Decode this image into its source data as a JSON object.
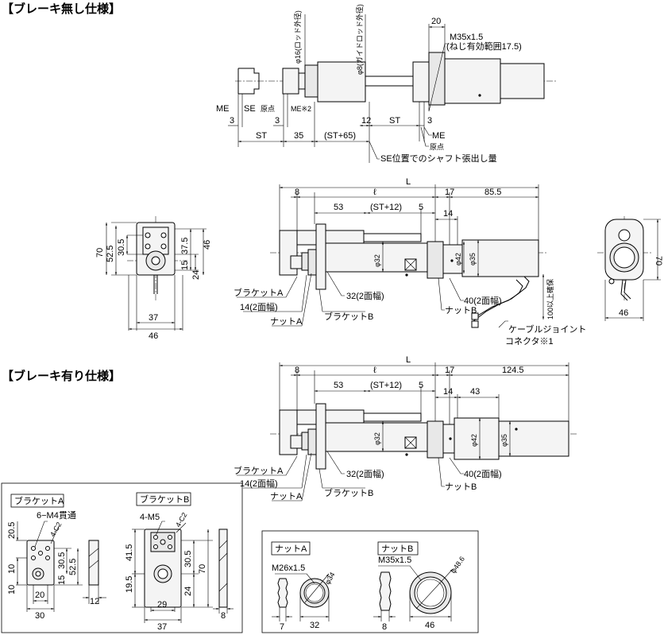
{
  "headings": {
    "no_brake": "【ブレーキ無し仕様】",
    "with_brake": "【ブレーキ有り仕様】"
  },
  "top_view": {
    "rod_dia": "φ16(ロッド外径)",
    "guide_rod_dia": "φ8(ガイドロッド外径)",
    "dim_20": "20",
    "thread": "M35x1.5",
    "thread_note": "(ねじ有効範囲17.5)",
    "me": "ME",
    "se": "SE",
    "origin": "原点",
    "me_note": "ME※2",
    "d3a": "3",
    "d3b": "3",
    "d12": "12",
    "st": "ST",
    "d3c": "3",
    "me2": "ME",
    "origin2": "原点",
    "st_bottom": "ST",
    "d35": "35",
    "st65": "(ST+65)",
    "se_note": "SE位置でのシャフト張出し量"
  },
  "side_view": {
    "L": "L",
    "d8": "8",
    "ell": "ℓ",
    "d17": "17",
    "d85_5": "85.5",
    "d53": "53",
    "st12": "(ST+12)",
    "d5": "5",
    "d14": "14",
    "phi32": "φ32",
    "phi42": "φ42",
    "phi35": "φ35",
    "bracket_a": "ブラケットA",
    "flats14": "14(2面幅)",
    "nut_a": "ナットA",
    "bracket_b": "ブラケットB",
    "flats32": "32(2面幅)",
    "flats40": "40(2面幅)",
    "nut_b": "ナットB",
    "cable_min": "100以上確保",
    "cable_joint": "ケーブルジョイント",
    "connector": "コネクタ※1"
  },
  "front_view": {
    "d70": "70",
    "d52_5": "52.5",
    "d30_5": "30.5",
    "d37_5": "37.5",
    "d46": "46",
    "d15": "15",
    "d24": "24",
    "d37": "37",
    "d46b": "46"
  },
  "rear_view": {
    "d70": "70",
    "d46": "46"
  },
  "brake_view": {
    "L": "L",
    "d8": "8",
    "ell": "ℓ",
    "d17": "17",
    "d124_5": "124.5",
    "d53": "53",
    "st12": "(ST+12)",
    "d5": "5",
    "d14": "14",
    "d43": "43",
    "phi32": "φ32",
    "phi42": "φ42",
    "phi35": "φ35",
    "bracket_a": "ブラケットA",
    "flats14": "14(2面幅)",
    "nut_a": "ナットA",
    "bracket_b": "ブラケットB",
    "flats32": "32(2面幅)",
    "flats40": "40(2面幅)",
    "nut_b": "ナットB"
  },
  "bracket_panel": {
    "bracket_a_title": "ブラケットA",
    "bracket_b_title": "ブラケットB",
    "a_holes": "6−M4貫通",
    "a_chamfer": "4-C2",
    "a_20_5": "20.5",
    "a_10a": "10",
    "a_10b": "10",
    "a_30_5": "30.5",
    "a_52_5": "52.5",
    "a_15": "15",
    "a_20": "20",
    "a_30": "30",
    "a_12": "12",
    "b_holes": "4-M5",
    "b_chamfer": "4-C2",
    "b_41_5": "41.5",
    "b_19_5": "19.5",
    "b_30_5": "30.5",
    "b_70": "70",
    "b_24": "24",
    "b_29": "29",
    "b_37": "37",
    "b_8": "8"
  },
  "nut_panel": {
    "nut_a_title": "ナットA",
    "nut_b_title": "ナットB",
    "a_thread": "M26x1.5",
    "a_dia": "φ34",
    "a_7": "7",
    "a_32": "32",
    "b_thread": "M35x1.5",
    "b_dia": "φ48.6",
    "b_8": "8",
    "b_46": "46"
  }
}
